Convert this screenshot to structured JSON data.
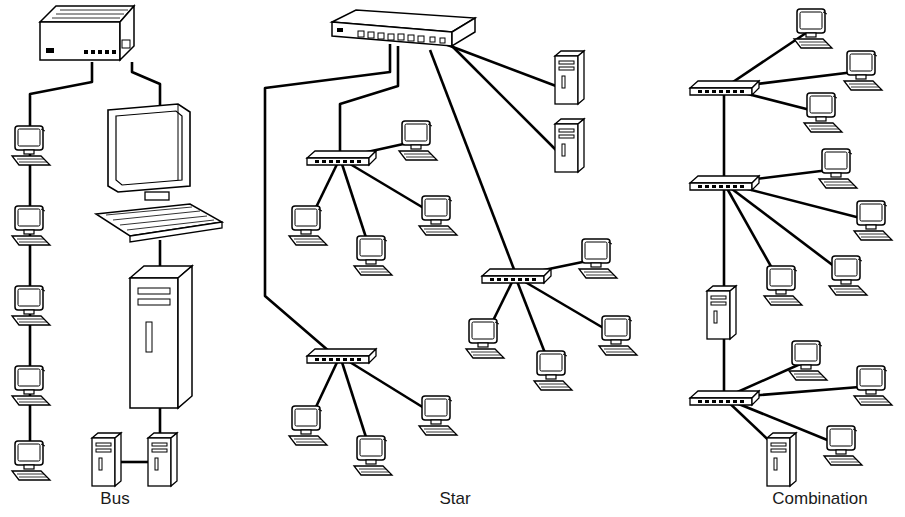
{
  "diagram": {
    "labels": [
      "Bus",
      "Star",
      "Combination"
    ]
  }
}
